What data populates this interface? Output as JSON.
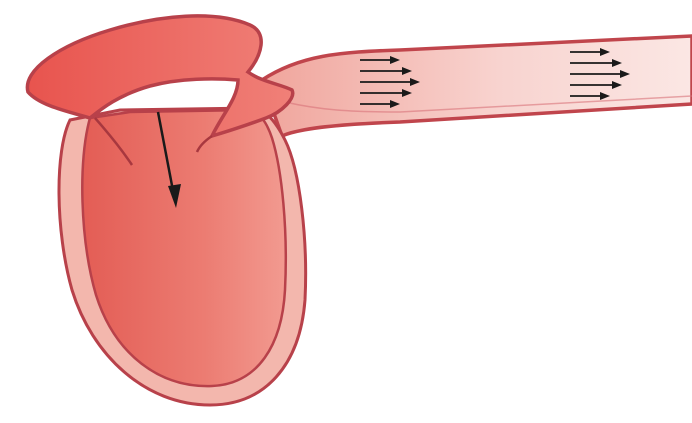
{
  "diagram": {
    "colors": {
      "background": "#ffffff",
      "chamber_outer": "#f2b2a8",
      "chamber_inner": "#e8665c",
      "chamber_inner_light": "#f08a80",
      "outline": "#c0454c",
      "vessel_fill": "#f5c4bf",
      "vessel_fill_light": "#fbe4e1",
      "arrow": "#1a1a1a"
    },
    "flow_arrow_groups": [
      {
        "count": 5
      },
      {
        "count": 5
      }
    ],
    "chamber_arrow": {
      "direction": "down"
    }
  }
}
